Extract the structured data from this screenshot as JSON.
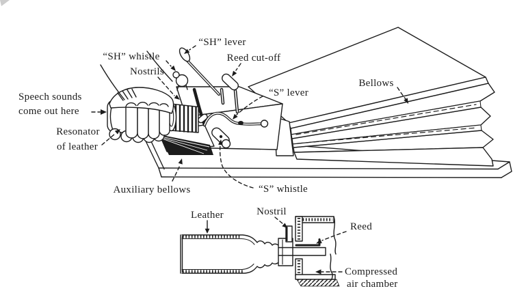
{
  "figure": {
    "paper_color": "#ffffff",
    "ink_color": "#1c1c1c",
    "labels": {
      "speech_sounds": [
        "Speech sounds",
        "come out here"
      ],
      "resonator": [
        "Resonator",
        "of leather"
      ],
      "sh_whistle": "“SH” whistle",
      "nostrils": "Nostrils",
      "sh_lever": "“SH” lever",
      "reed_cutoff": "Reed cut-off",
      "s_lever": "“S” lever",
      "bellows": "Bellows",
      "auxiliary_bellows": "Auxiliary bellows",
      "s_whistle": "“S” whistle"
    },
    "inset_labels": {
      "leather": "Leather",
      "nostril": "Nostril",
      "reed": "Reed",
      "compressed_air_chamber": [
        "Compressed",
        "air chamber"
      ]
    }
  }
}
